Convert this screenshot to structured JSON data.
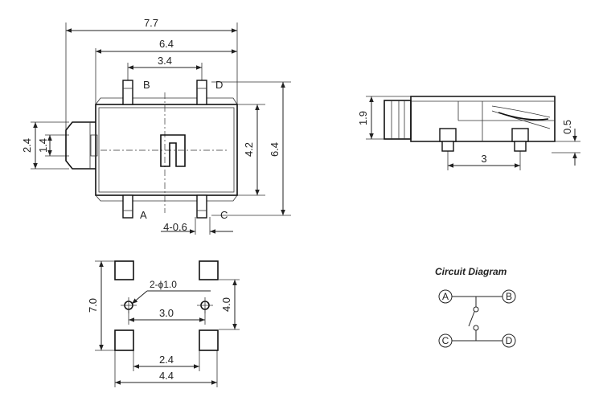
{
  "top_view": {
    "dims": {
      "overall_width": "7.7",
      "body_width": "6.4",
      "pin_pitch": "3.4",
      "actuator_outer": "2.4",
      "actuator_inner": "1.4",
      "body_height": "4.2",
      "overall_height": "6.4",
      "pin_width": "4-0.6"
    },
    "pins": {
      "a": "A",
      "b": "B",
      "c": "C",
      "d": "D"
    }
  },
  "side_view": {
    "dims": {
      "height": "1.9",
      "standoff": "0.5",
      "pin_pitch": "3"
    }
  },
  "footprint": {
    "dims": {
      "pad_span_vertical": "7.0",
      "hole_spec": "2-ɸ1.0",
      "hole_pitch": "3.0",
      "pad_pitch_vertical": "4.0",
      "pad_gap_horizontal": "2.4",
      "pad_span_horizontal": "4.4"
    }
  },
  "circuit": {
    "title": "Circuit Diagram",
    "terminals": {
      "a": "A",
      "b": "B",
      "c": "C",
      "d": "D"
    }
  }
}
